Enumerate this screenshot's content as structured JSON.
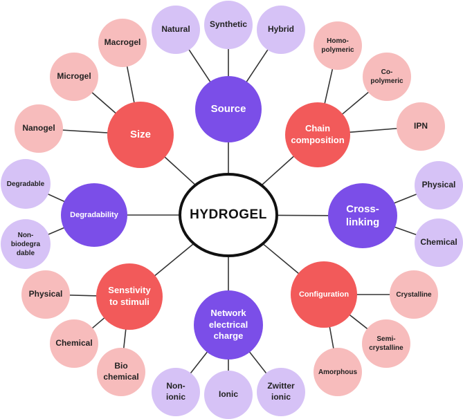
{
  "center": {
    "label": "HYDROGEL"
  },
  "categories": [
    {
      "id": "source",
      "label": "Source",
      "color": "purple",
      "leaves": [
        {
          "label": "Natural"
        },
        {
          "label": "Synthetic"
        },
        {
          "label": "Hybrid"
        }
      ]
    },
    {
      "id": "chain-composition",
      "label": "Chain\ncomposition",
      "color": "red",
      "leaves": [
        {
          "label": "Homo-\npolymeric"
        },
        {
          "label": "Co-\npolymeric"
        },
        {
          "label": "IPN"
        }
      ]
    },
    {
      "id": "cross-linking",
      "label": "Cross-\nlinking",
      "color": "purple",
      "leaves": [
        {
          "label": "Physical"
        },
        {
          "label": "Chemical"
        }
      ]
    },
    {
      "id": "configuration",
      "label": "Configuration",
      "color": "red",
      "leaves": [
        {
          "label": "Crystalline"
        },
        {
          "label": "Semi-\ncrystalline"
        },
        {
          "label": "Amorphous"
        }
      ]
    },
    {
      "id": "network-electrical-charge",
      "label": "Network\nelectrical\ncharge",
      "color": "purple",
      "leaves": [
        {
          "label": "Non-\nionic"
        },
        {
          "label": "Ionic"
        },
        {
          "label": "Zwitter\nionic"
        }
      ]
    },
    {
      "id": "senstivity-to-stimuli",
      "label": "Senstivity\nto stimuli",
      "color": "red",
      "leaves": [
        {
          "label": "Physical"
        },
        {
          "label": "Chemical"
        },
        {
          "label": "Bio\nchemical"
        }
      ]
    },
    {
      "id": "degradability",
      "label": "Degradability",
      "color": "purple",
      "leaves": [
        {
          "label": "Degradable"
        },
        {
          "label": "Non-\nbiodegra\ndable"
        }
      ]
    },
    {
      "id": "size",
      "label": "Size",
      "color": "red",
      "leaves": [
        {
          "label": "Nanogel"
        },
        {
          "label": "Microgel"
        },
        {
          "label": "Macrogel"
        }
      ]
    }
  ],
  "colors": {
    "category_red": "#f25a5a",
    "category_purple": "#7b4ee8",
    "leaf_pink": "#f7bcbc",
    "leaf_lavender": "#d6c2f6",
    "line": "#333333",
    "center_border": "#111111"
  }
}
